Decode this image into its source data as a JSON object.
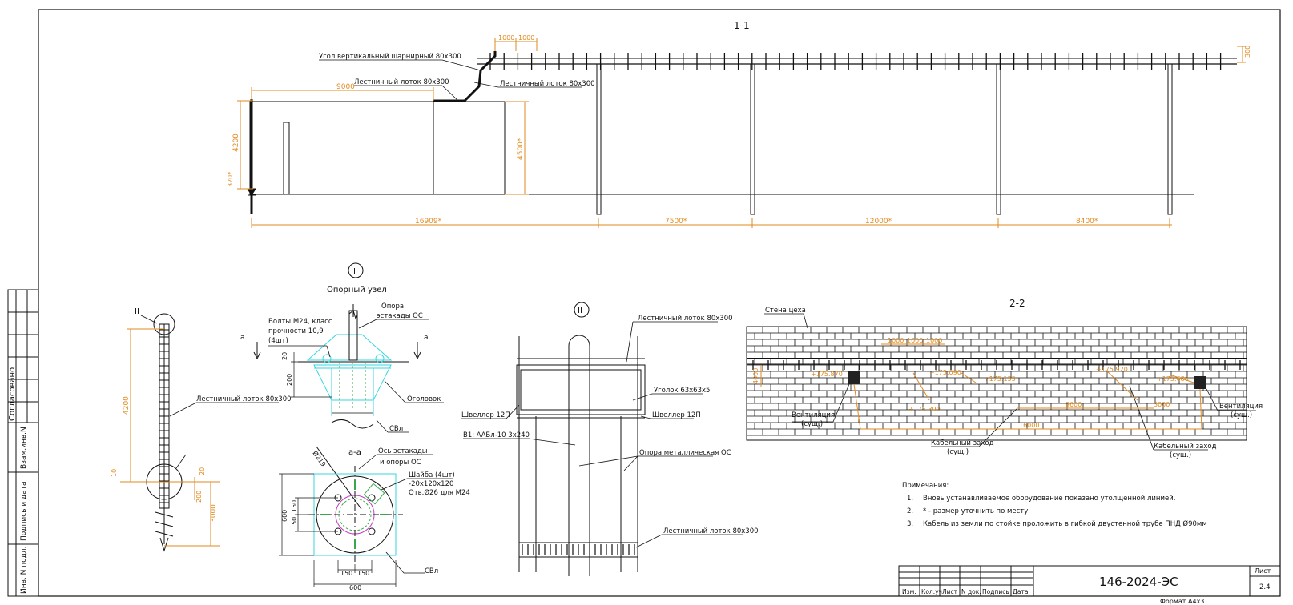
{
  "section_1": {
    "title": "1-1",
    "callouts": {
      "hinge": "Угол вертикальный шарнирный 80х300",
      "tray_left": "Лестничный лоток 80х300",
      "tray_right": "Лестничный лоток 80х300"
    },
    "dims": {
      "top_1": "1000",
      "top_2": "1000",
      "right": "300",
      "d_9000": "9000",
      "d_4200": "4200",
      "d_320": "320*",
      "d_4500": "4500*",
      "d_16909": "16909*",
      "d_7500": "7500*",
      "d_12000": "12000*",
      "d_8400": "8400*"
    }
  },
  "node_1": {
    "marker": "I",
    "title": "Опорный узел",
    "bolts": [
      "Болты М24, класс",
      "прочности 10,9",
      "(4шт)"
    ],
    "support": [
      "Опора",
      "эстакады ОС"
    ],
    "cap": "Оголовок",
    "pile": "СВл",
    "cut_label": "а",
    "dims": {
      "d20": "20",
      "d200": "200"
    }
  },
  "pile_view": {
    "mark_top": "II",
    "mark_bottom": "I",
    "tray": "Лестничный лоток 80х300",
    "dims": {
      "d4200": "4200",
      "d10": "10",
      "d20": "20",
      "d200": "200",
      "d3000": "3000"
    }
  },
  "section_aa": {
    "title": "а-а",
    "axis": [
      "Ось эстакады",
      "и опоры ОС"
    ],
    "washer": [
      "Шайба (4шт)",
      "-20х120х120",
      "Отв.Ø26 для М24"
    ],
    "diameter": "Ø219",
    "pile": "СВл",
    "dims": {
      "d600_v": "600",
      "d150_a": "150",
      "d150_b": "150",
      "d150_c": "150",
      "d150_d": "150",
      "d600_h": "600"
    }
  },
  "node_2": {
    "marker": "II",
    "tray_top": "Лестничный лоток 80х300",
    "angle": "Уголок 63х63х5",
    "channel_left": "Швеллер 12П",
    "channel_right": "Швеллер 12П",
    "cable": "В1: ААБл-10 3х240",
    "support": "Опора металлическая ОС",
    "tray_bottom": "Лестничный лоток 80х300"
  },
  "section_2": {
    "title": "2-2",
    "wall": "Стена цеха",
    "vent_left": [
      "Вентиляция",
      "(сущ.)"
    ],
    "vent_right": [
      "Вентиляция",
      "(сущ.)"
    ],
    "cable_entry_left": [
      "Кабельный заход",
      "(сущ.)"
    ],
    "cable_entry_right": [
      "Кабельный заход",
      "(сущ.)"
    ],
    "levels": [
      "+175.870",
      "+175.090",
      "+175.155",
      "+175.920",
      "+175.680",
      "+175.390"
    ],
    "dims": {
      "d1000_a": "1000",
      "d1000_b": "1000",
      "d1000_c": "1000",
      "d4000": "4000",
      "d_mid1": "9600",
      "d_mid2": "3000",
      "d_bottom": "16000"
    }
  },
  "notes": {
    "title": "Примечания:",
    "items": [
      {
        "num": "1.",
        "text": "Вновь устанавливаемое оборудование показано утолщенной линией."
      },
      {
        "num": "2.",
        "text": "* - размер уточнить по месту."
      },
      {
        "num": "3.",
        "text": "Кабель из земли по стойке проложить в гибкой двустенной трубе ПНД Ø90мм"
      }
    ]
  },
  "left_stamp": {
    "approved": "Согласовано",
    "inv_replace": "Взам.инв.N",
    "sign_date": "Подпись и дата",
    "inv_orig": "Инв. N подл."
  },
  "title_block": {
    "columns": [
      "Изм.",
      "Кол.уч",
      "Лист",
      "N док.",
      "Подпись",
      "Дата"
    ],
    "code": "146-2024-ЭС",
    "sheet_label": "Лист",
    "sheet_number": "2.4",
    "format": "Формат А4х3"
  },
  "colors": {
    "line": "#111111",
    "dimension": "#e08a1e",
    "cyan": "#35d6e0",
    "green": "#3aa84a",
    "magenta": "#c23ac2"
  }
}
